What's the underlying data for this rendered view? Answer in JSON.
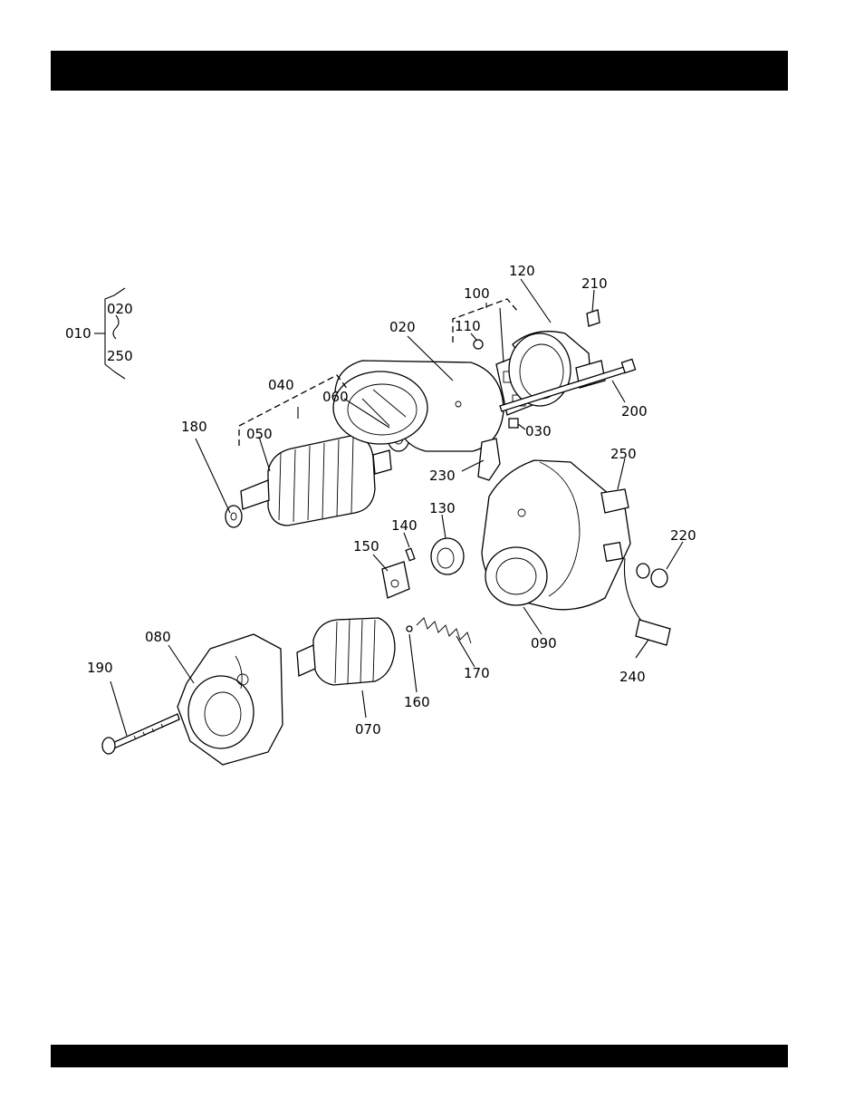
{
  "header": {
    "text": ""
  },
  "footer": {
    "text": ""
  },
  "diagram": {
    "bracket": {
      "main": "010",
      "top": "020",
      "bottom": "250"
    },
    "labels": {
      "p020": "020",
      "p030": "030",
      "p040": "040",
      "p050": "050",
      "p060": "060",
      "p070": "070",
      "p080": "080",
      "p090": "090",
      "p100": "100",
      "p110": "110",
      "p120": "120",
      "p130": "130",
      "p140": "140",
      "p150": "150",
      "p160": "160",
      "p170": "170",
      "p180": "180",
      "p190": "190",
      "p200": "200",
      "p210": "210",
      "p220": "220",
      "p230": "230",
      "p240": "240",
      "p250": "250"
    }
  }
}
